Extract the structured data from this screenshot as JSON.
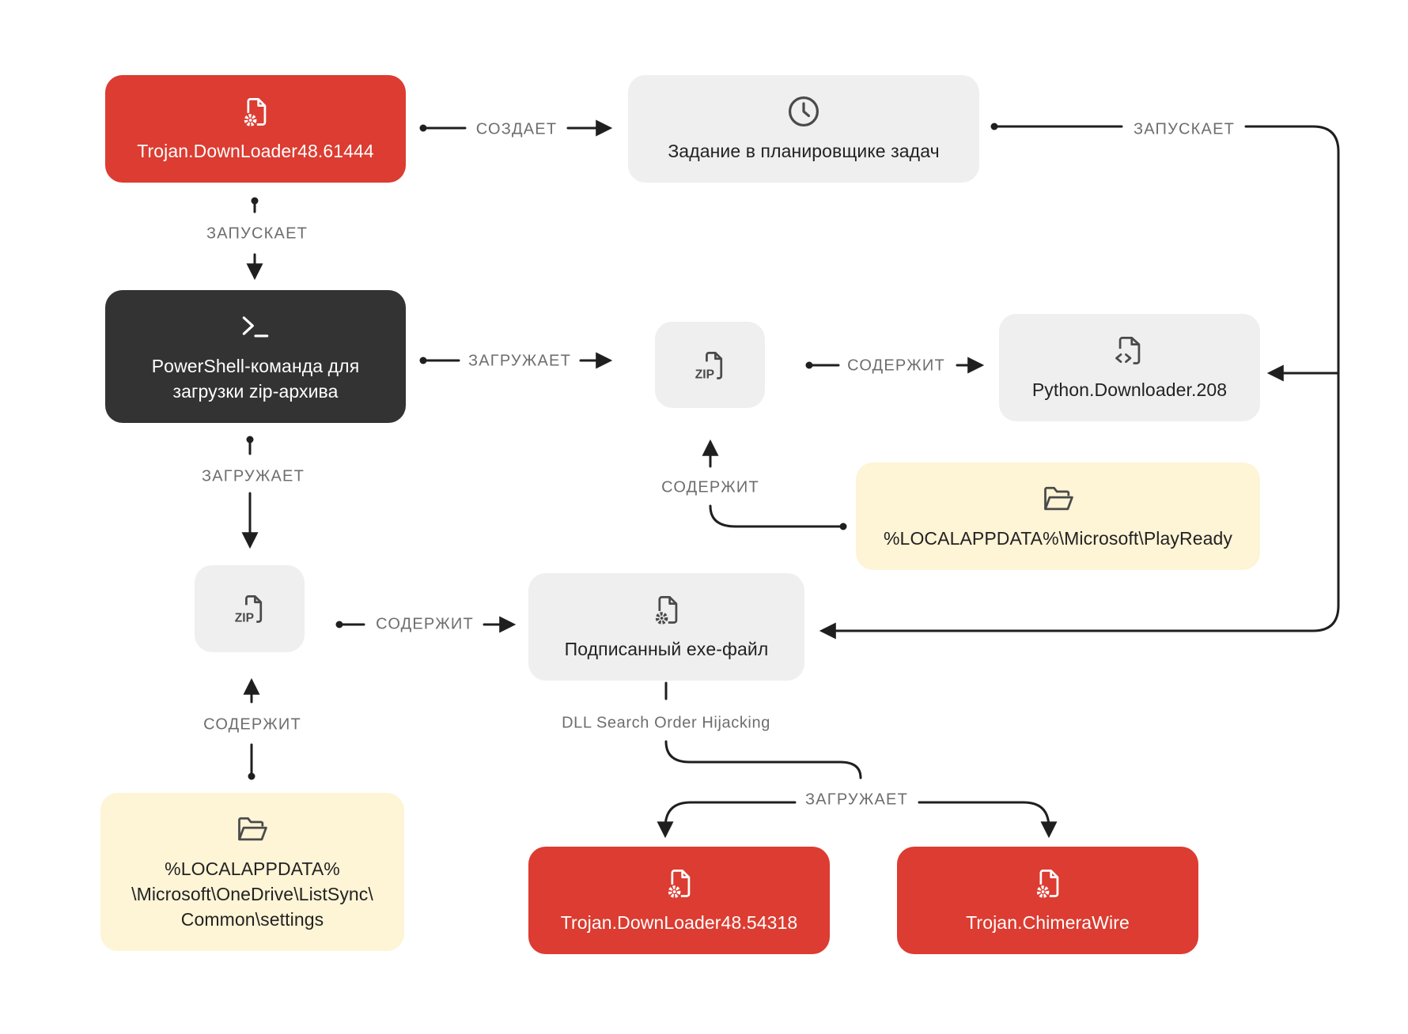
{
  "nodes": {
    "trojan_61444": {
      "label": "Trojan.DownLoader48.61444",
      "icon": "file-gear-icon",
      "color": "#dc3c31"
    },
    "scheduler_task": {
      "label": "Задание в планировщике задач",
      "icon": "clock-icon",
      "color": "#efefef"
    },
    "powershell": {
      "label": "PowerShell-команда для\nзагрузки zip-архива",
      "icon": "terminal-icon",
      "color": "#333333"
    },
    "zip_top": {
      "label": "",
      "icon": "zip-file-icon",
      "color": "#efefef"
    },
    "python_downloader": {
      "label": "Python.Downloader.208",
      "icon": "file-code-icon",
      "color": "#efefef"
    },
    "folder_playready": {
      "label": "%LOCALAPPDATA%\\Microsoft\\PlayReady",
      "icon": "folder-open-icon",
      "color": "#fef4d6"
    },
    "zip_left": {
      "label": "",
      "icon": "zip-file-icon",
      "color": "#efefef"
    },
    "signed_exe": {
      "label": "Подписанный exe-файл",
      "icon": "file-gear-icon",
      "color": "#efefef"
    },
    "folder_onedrive": {
      "label": "%LOCALAPPDATA%\n\\Microsoft\\OneDrive\\ListSync\\\nCommon\\settings",
      "icon": "folder-open-icon",
      "color": "#fef4d6"
    },
    "trojan_54318": {
      "label": "Trojan.DownLoader48.54318",
      "icon": "file-gear-icon",
      "color": "#dc3c31"
    },
    "chimerawire": {
      "label": "Trojan.ChimeraWire",
      "icon": "file-gear-icon",
      "color": "#dc3c31"
    }
  },
  "edges": {
    "creates": "СОЗДАЕТ",
    "launches_task": "ЗАПУСКАЕТ",
    "launches_ps": "ЗАПУСКАЕТ",
    "downloads_zip_top": "ЗАГРУЖАЕТ",
    "zip_contains_python": "СОДЕРЖИТ",
    "folder_contains_zip_top": "СОДЕРЖИТ",
    "downloads_zip_left": "ЗАГРУЖАЕТ",
    "zip_contains_exe": "СОДЕРЖИТ",
    "folder_contains_zip_left": "СОДЕРЖИТ",
    "dll_hijacking": "DLL Search Order Hijacking",
    "loads_payloads": "ЗАГРУЖАЕТ"
  },
  "colors": {
    "red": "#dc3c31",
    "dark": "#333333",
    "grey": "#efefef",
    "yellow": "#fef4d6",
    "line": "#1f1f1f",
    "edge_label": "#6d6d6d"
  }
}
